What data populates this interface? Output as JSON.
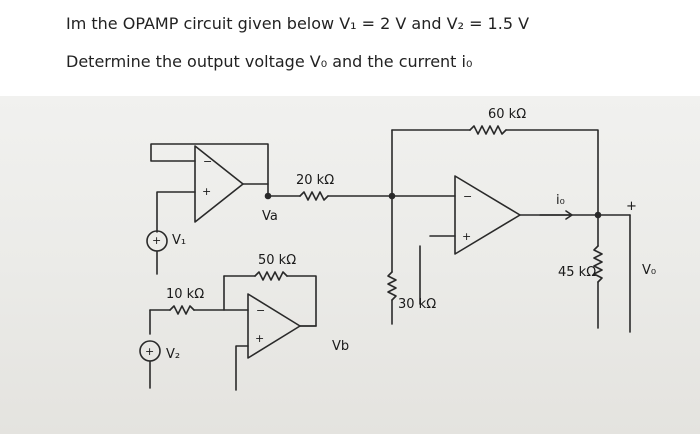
{
  "question": {
    "line1": "Im the OPAMP circuit given below V₁ = 2 V and V₂ = 1.5 V",
    "line2": "Determine the output voltage V₀ and the current i₀"
  },
  "circuit": {
    "r_feedback_top": "60 kΩ",
    "r_20k": "20 kΩ",
    "r_50k": "50 kΩ",
    "r_10k": "10 kΩ",
    "r_30k": "30 kΩ",
    "r_load": "45 kΩ",
    "label_va": "Va",
    "label_vb": "Vb",
    "label_v1": "V₁",
    "label_v2": "V₂",
    "label_io": "i₀",
    "label_vo": "V₀",
    "plus_sign": "+",
    "minus_sign": "−"
  }
}
